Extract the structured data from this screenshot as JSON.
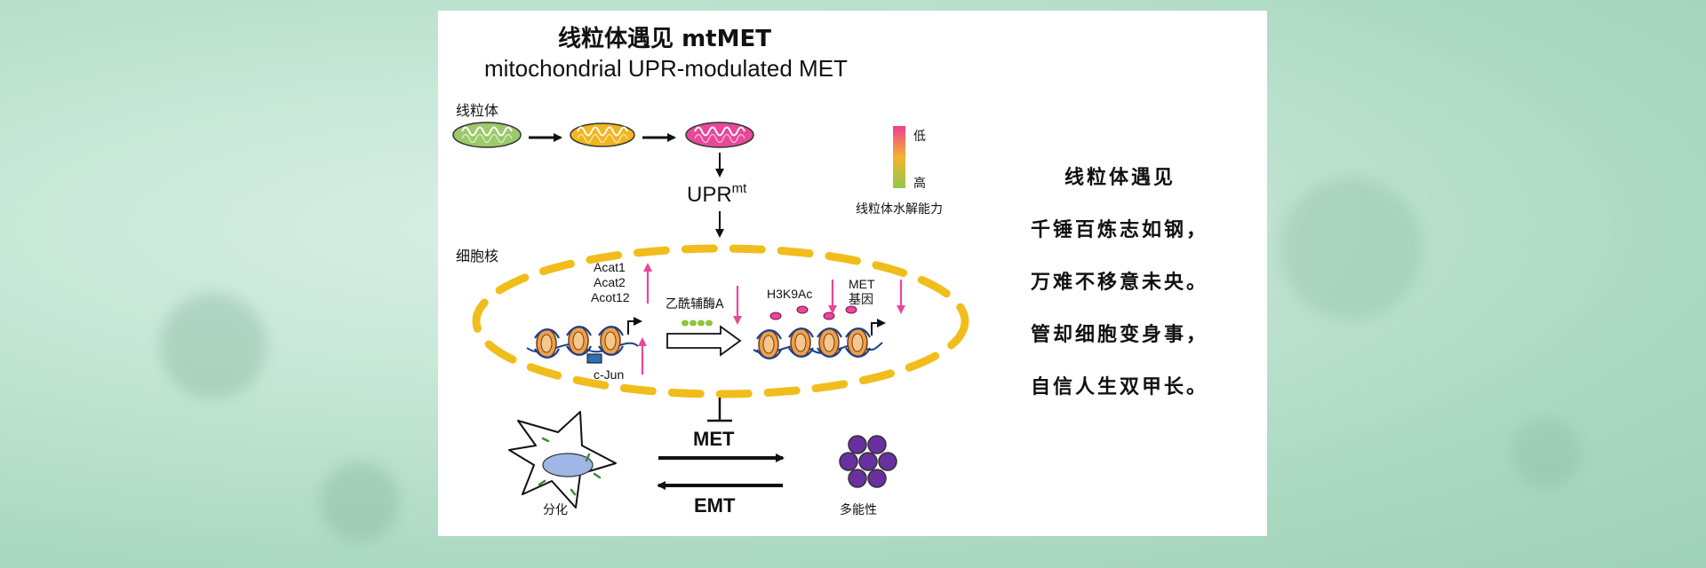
{
  "diagram": {
    "title": "线粒体遇见 mtMET",
    "subtitle": "mitochondrial UPR-modulated MET",
    "mito_label": "线粒体",
    "upr_label": "UPR",
    "upr_sup": "mt",
    "legend_low": "低",
    "legend_high": "高",
    "legend_caption": "线粒体水解能力",
    "nucleus_label": "细胞核",
    "genes": [
      "Acat1",
      "Acat2",
      "Acot12"
    ],
    "tf_label": "c-Jun",
    "acetyl_coa_label": "乙酰辅酶A",
    "histone_mark": "H3K9Ac",
    "met_gene_label": [
      "MET",
      "基因"
    ],
    "met_label": "MET",
    "emt_label": "EMT",
    "diff_label": "分化",
    "pluri_label": "多能性"
  },
  "poem": {
    "title": "线粒体遇见",
    "lines": [
      "千锤百炼志如钢，",
      "万难不移意未央。",
      "管却细胞变身事，",
      "自信人生双甲长。"
    ]
  },
  "colors": {
    "mito_green": "#9cc96a",
    "mito_yellow": "#f2b61e",
    "mito_pink": "#e8489a",
    "membrane": "#f0bd1c",
    "arrow_pink": "#e8489a",
    "cell_purple": "#6a2fa0",
    "nucleus_blue": "#9fb6e6"
  }
}
